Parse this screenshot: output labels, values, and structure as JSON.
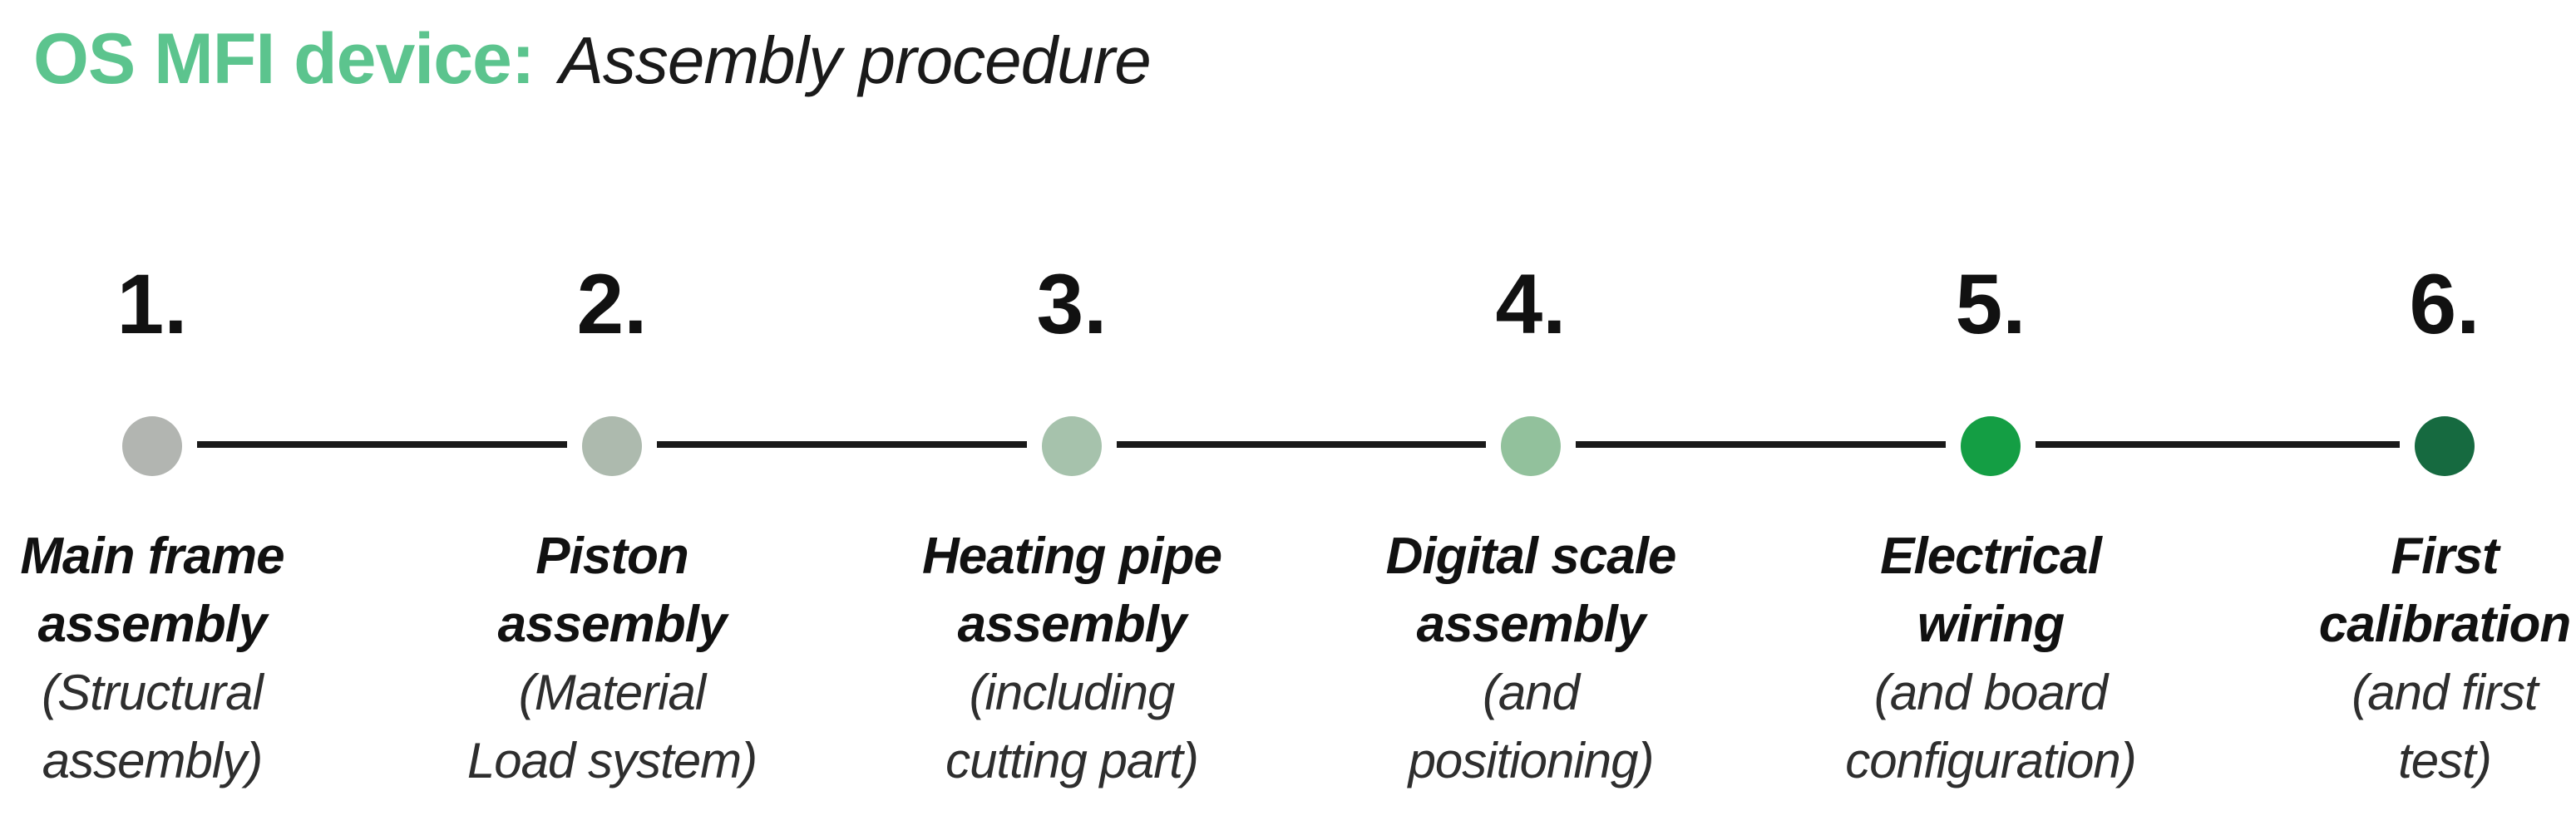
{
  "header": {
    "title": "OS MFI device:",
    "subtitle": "Assembly procedure"
  },
  "colors": {
    "title_green": "#5cc48e",
    "connector_line": "#1a1a1a"
  },
  "steps": [
    {
      "number": "1.",
      "dot_color": "#b2b5b1",
      "title_lines": [
        "Main frame",
        "assembly"
      ],
      "subtitle_lines": [
        "(Structural",
        "assembly)"
      ]
    },
    {
      "number": "2.",
      "dot_color": "#adbaae",
      "title_lines": [
        "Piston",
        "assembly"
      ],
      "subtitle_lines": [
        "(Material",
        "Load system)"
      ]
    },
    {
      "number": "3.",
      "dot_color": "#a6c2ac",
      "title_lines": [
        "Heating pipe",
        "assembly"
      ],
      "subtitle_lines": [
        "(including",
        "cutting part)"
      ]
    },
    {
      "number": "4.",
      "dot_color": "#92c19c",
      "title_lines": [
        "Digital scale",
        "assembly"
      ],
      "subtitle_lines": [
        "(and",
        "positioning)"
      ]
    },
    {
      "number": "5.",
      "dot_color": "#149e44",
      "title_lines": [
        "Electrical",
        "wiring"
      ],
      "subtitle_lines": [
        "(and board",
        "configuration)"
      ]
    },
    {
      "number": "6.",
      "dot_color": "#166a40",
      "title_lines": [
        "First",
        "calibration"
      ],
      "subtitle_lines": [
        "(and first",
        "test)"
      ]
    }
  ]
}
